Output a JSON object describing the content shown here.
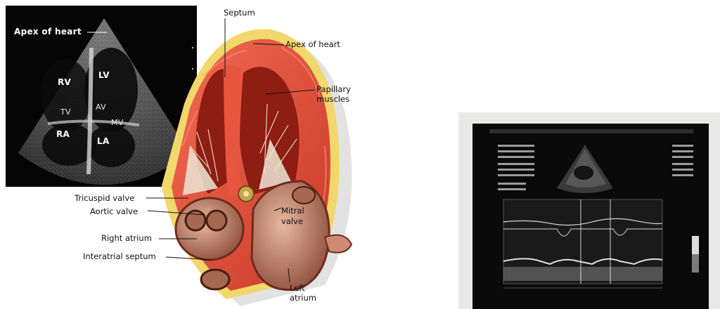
{
  "echo_image": {
    "apex_label": "Apex of heart",
    "rv_label": "RV",
    "lv_label": "LV",
    "tv_label": "TV",
    "av_label": "AV",
    "mv_label": "MV",
    "ra_label": "RA",
    "la_label": "LA"
  },
  "anatomy": {
    "septum": "Septum",
    "apex": "Apex of heart",
    "papillary_line1": "Papillary",
    "papillary_line2": "muscles",
    "tricuspid": "Tricuspid valve",
    "aortic": "Aortic valve",
    "right_atrium": "Right atrium",
    "interatrial": "Interatrial septum",
    "mitral_line1": "Mitral",
    "mitral_line2": "valve",
    "left_atrium_line1": "Left",
    "left_atrium_line2": "atrium"
  },
  "colors": {
    "myocardium": "#e8563f",
    "chamber_dark": "#8e1d12",
    "fat": "#f0d66a",
    "valve": "#efe6d6"
  }
}
